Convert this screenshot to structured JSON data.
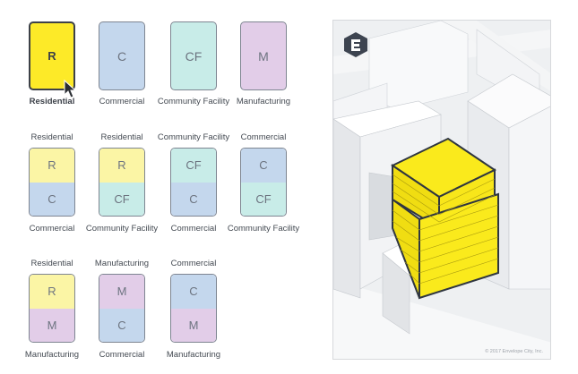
{
  "colors": {
    "residential": "#fbf5a5",
    "commercial": "#c4d7ed",
    "community_facility": "#c8ece8",
    "manufacturing": "#e2cde8",
    "selected": "#fdea28",
    "building": "#faea1c"
  },
  "row1": [
    {
      "code": "R",
      "label": "Residential",
      "selected": true
    },
    {
      "code": "C",
      "label": "Commercial"
    },
    {
      "code": "CF",
      "label": "Community Facility"
    },
    {
      "code": "M",
      "label": "Manufacturing"
    }
  ],
  "row2": [
    {
      "top_label": "Residential",
      "top": "R",
      "bottom": "C",
      "bottom_label": "Commercial"
    },
    {
      "top_label": "Residential",
      "top": "R",
      "bottom": "CF",
      "bottom_label": "Community Facility"
    },
    {
      "top_label": "Community Facility",
      "top": "CF",
      "bottom": "C",
      "bottom_label": "Commercial"
    },
    {
      "top_label": "Commercial",
      "top": "C",
      "bottom": "CF",
      "bottom_label": "Community Facility"
    }
  ],
  "row3": [
    {
      "top_label": "Residential",
      "top": "R",
      "bottom": "M",
      "bottom_label": "Manufacturing"
    },
    {
      "top_label": "Manufacturing",
      "top": "M",
      "bottom": "C",
      "bottom_label": "Commercial"
    },
    {
      "top_label": "Commercial",
      "top": "C",
      "bottom": "M",
      "bottom_label": "Manufacturing"
    }
  ],
  "map": {
    "copyright": "© 2017 Envelope City, Inc.",
    "logo_icon": "envelope-logo-icon"
  }
}
